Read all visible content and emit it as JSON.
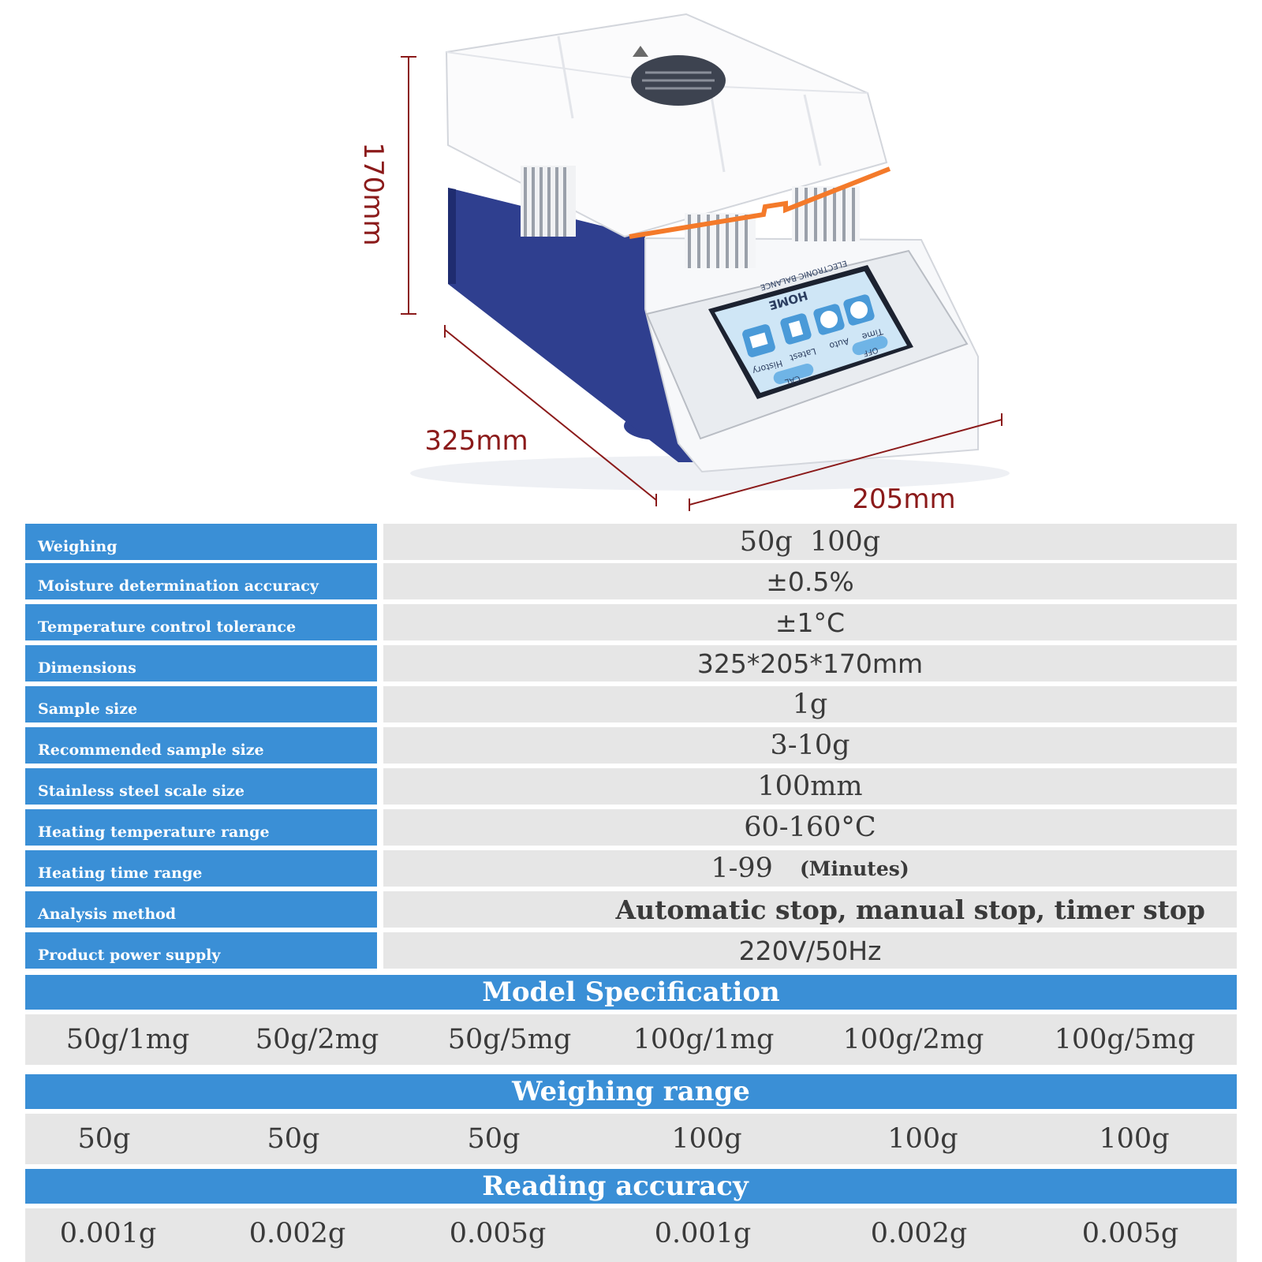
{
  "dimensions": {
    "height": "170mm",
    "depth": "325mm",
    "width": "205mm"
  },
  "device_screen": {
    "brand": "ELECTRONIC BALANCE",
    "home": "HOME",
    "icons": [
      {
        "label": "Time",
        "icon": "clock-icon"
      },
      {
        "label": "Auto",
        "icon": "auto-icon"
      },
      {
        "label": "Latest",
        "icon": "document-icon"
      },
      {
        "label": "History",
        "icon": "book-icon"
      }
    ],
    "off": "OFF",
    "cal": "CAL"
  },
  "specs": [
    {
      "label": "Weighing",
      "value": "50g  100g"
    },
    {
      "label": "Moisture determination accuracy",
      "value": "±0.5%"
    },
    {
      "label": "Temperature control tolerance",
      "value": "±1°C"
    },
    {
      "label": "Dimensions",
      "value": "325*205*170mm"
    },
    {
      "label": "Sample size",
      "value": "1g"
    },
    {
      "label": "Recommended sample size",
      "value": "3-10g"
    },
    {
      "label": "Stainless steel scale size",
      "value": "100mm"
    },
    {
      "label": "Heating temperature range",
      "value": "60-160°C"
    },
    {
      "label": "Heating time range",
      "value": "1-99",
      "note": "(Minutes)"
    },
    {
      "label": "Analysis method",
      "value": "Automatic stop, manual stop, timer stop"
    },
    {
      "label": "Product power supply",
      "value": "220V/50Hz"
    }
  ],
  "model_specification": {
    "title": "Model Specification",
    "values": [
      "50g/1mg",
      "50g/2mg",
      "50g/5mg",
      "100g/1mg",
      "100g/2mg",
      "100g/5mg"
    ]
  },
  "weighing_range": {
    "title": "Weighing range",
    "values": [
      "50g",
      "50g",
      "50g",
      "100g",
      "100g",
      "100g"
    ]
  },
  "reading_accuracy": {
    "title": "Reading accuracy",
    "values": [
      "0.001g",
      "0.002g",
      "0.005g",
      "0.001g",
      "0.002g",
      "0.005g"
    ]
  },
  "colors": {
    "header_blue": "#3a8fd6",
    "value_gray": "#e6e6e6",
    "device_navy": "#2f3f8f",
    "accent_orange": "#f47a2a",
    "dimension_red": "#8b1a1a"
  }
}
